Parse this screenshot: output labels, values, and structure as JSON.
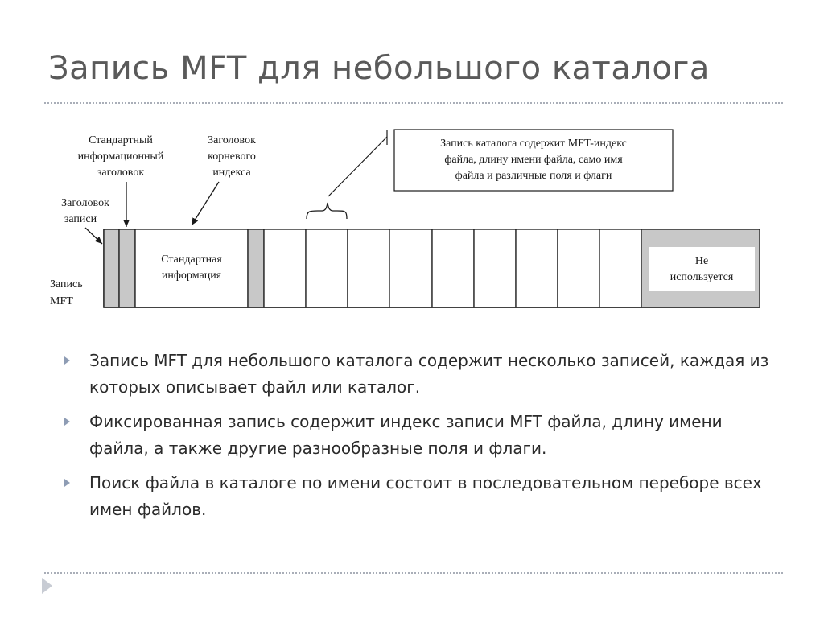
{
  "slide": {
    "title": "Запись MFT для небольшого каталога"
  },
  "diagram": {
    "labels": {
      "std_info_header": [
        "Стандартный",
        "информационный",
        "заголовок"
      ],
      "root_index_header": [
        "Заголовок",
        "корневого",
        "индекса"
      ],
      "record_header": [
        "Заголовок",
        "записи"
      ],
      "mft_record": [
        "Запись",
        "MFT"
      ],
      "std_info": [
        "Стандартная",
        "информация"
      ],
      "not_used": [
        "Не",
        "используется"
      ]
    },
    "callout": [
      "Запись каталога содержит MFT-индекс",
      "файла, длину имени файла, само имя",
      "файла и различные поля и флаги"
    ],
    "colors": {
      "header_fill": "#c8c8c8",
      "unused_fill": "#c8c8c8",
      "stroke": "#1a1a1a"
    }
  },
  "bullets": [
    "Запись MFT для небольшого каталога содержит несколько записей, каждая из которых описывает файл или каталог.",
    "Фиксированная запись содержит индекс записи MFT файла, длину имени файла, а также другие разнообразные поля и флаги.",
    "Поиск файла в каталоге по имени состоит в последовательном переборе всех имен файлов."
  ]
}
